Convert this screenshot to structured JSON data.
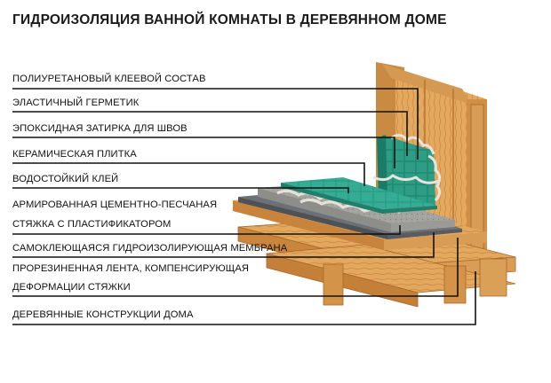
{
  "title": "ГИДРОИЗОЛЯЦИЯ ВАННОЙ КОМНАТЫ В ДЕРЕВЯННОМ ДОМЕ",
  "layers": [
    "ПОЛИУРЕТАНОВЫЙ КЛЕЕВОЙ СОСТАВ",
    "ЭЛАСТИЧНЫЙ ГЕРМЕТИК",
    "ЭПОКСИДНАЯ ЗАТИРКА ДЛЯ ШВОВ",
    "КЕРАМИЧЕСКАЯ ПЛИТКА",
    "ВОДОСТОЙКИЙ КЛЕЙ",
    "АРМИРОВАННАЯ ЦЕМЕНТНО-ПЕСЧАНАЯ",
    "СТЯЖКА С ПЛАСТИФИКАТОРОМ",
    "САМОКЛЕЮЩАЯСЯ ГИДРОИЗОЛИРУЮЩАЯ МЕМБРАНА",
    "ПРОРЕЗИНЕННАЯ ЛЕНТА, КОМПЕНСИРУЮЩАЯ",
    "ДЕФОРМАЦИИ СТЯЖКИ",
    "ДЕРЕВЯННЫЕ КОНСТРУКЦИИ ДОМА"
  ],
  "colors": {
    "wood": "#e0a45a",
    "wood_dark": "#b9742e",
    "tile": "#2fa48c",
    "screed": "#9c9c98",
    "membrane": "#6f7278",
    "leader": "#111111"
  }
}
